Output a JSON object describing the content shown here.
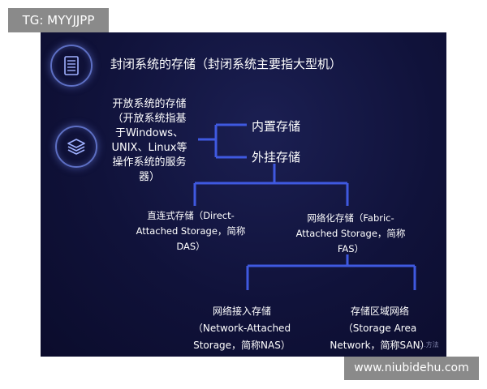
{
  "tags": {
    "top": "TG: MYYJJPP",
    "bottom": "www.niubidehu.com"
  },
  "closed_system": {
    "icon": "server-rack-icon",
    "text": "封闭系统的存储（封闭系统主要指大型机）"
  },
  "open_system": {
    "icon": "layers-icon",
    "text": "开放系统的存储\n（开放系统指基\n于Windows、\nUNIX、Linux等\n操作系统的服务\n器）"
  },
  "branches": {
    "builtin": "内置存储",
    "external": "外挂存储"
  },
  "external_types": {
    "direct": "直连式存储（Direct-\nAttached Storage，简称\nDAS）",
    "fabric": "网络化存储（Fabric-\nAttached Storage，简称\nFAS）"
  },
  "network_types": {
    "nas": "网络接入存储\n（Network-Attached\nStorage，简称NAS）",
    "san": "存储区域网络\n（Storage Area\nNetwork，简称SAN）"
  },
  "watermark": "...方法",
  "colors": {
    "background": "#10123a",
    "connector": "#3f59e0",
    "icon_ring": "#5d6fc4",
    "text": "#ffffff"
  }
}
